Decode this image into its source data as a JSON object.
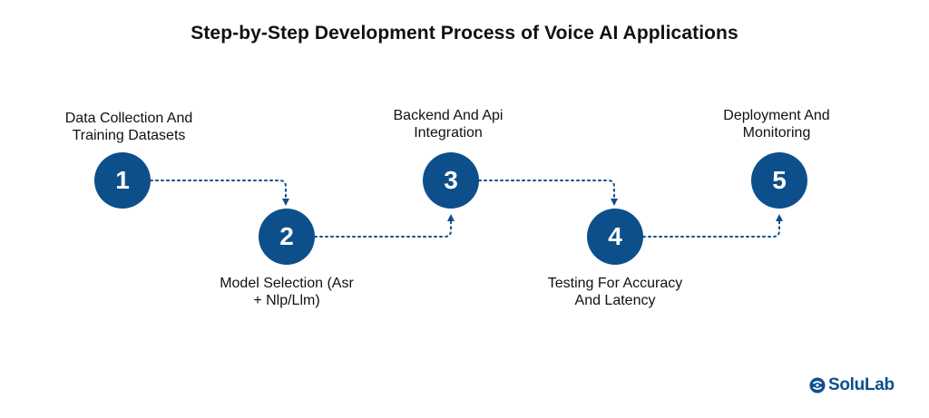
{
  "title": "Step-by-Step Development Process of Voice AI Applications",
  "accent_color": "#0d4f8b",
  "connector_style": "dotted-arrow",
  "steps": [
    {
      "number": "1",
      "label_lines": [
        "Data Collection And",
        "Training Datasets"
      ],
      "label_position": "above"
    },
    {
      "number": "2",
      "label_lines": [
        "Model Selection (Asr",
        "+ Nlp/Llm)"
      ],
      "label_position": "below"
    },
    {
      "number": "3",
      "label_lines": [
        "Backend And Api",
        "Integration"
      ],
      "label_position": "above"
    },
    {
      "number": "4",
      "label_lines": [
        "Testing For Accuracy",
        "And Latency"
      ],
      "label_position": "below"
    },
    {
      "number": "5",
      "label_lines": [
        "Deployment And",
        "Monitoring"
      ],
      "label_position": "above"
    }
  ],
  "logo": {
    "text": "SoluLab",
    "icon": "solulab-logo-icon"
  }
}
